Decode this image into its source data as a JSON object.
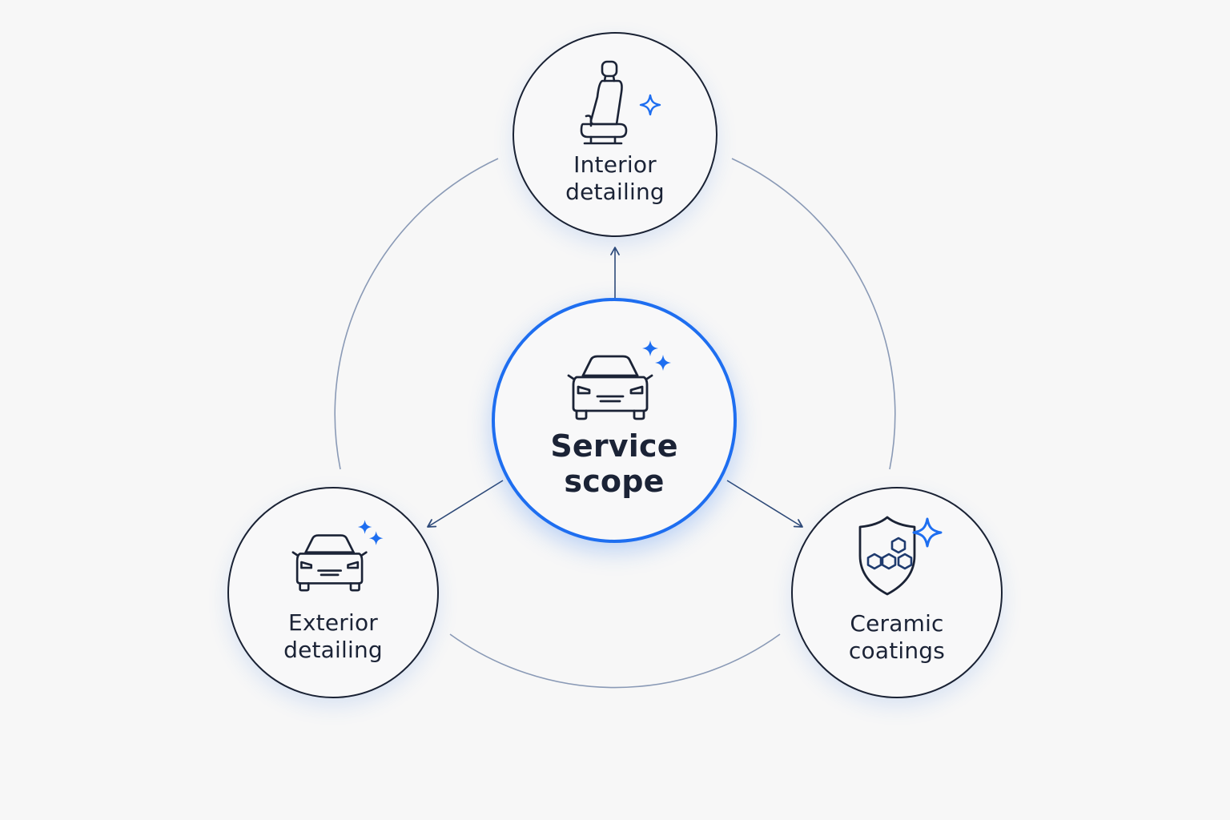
{
  "diagram": {
    "center": {
      "label_line1": "Service",
      "label_line2": "scope",
      "icon": "car-sparkle-icon"
    },
    "nodes": [
      {
        "id": "interior",
        "label_line1": "Interior",
        "label_line2": "detailing",
        "icon": "car-seat-sparkle-icon"
      },
      {
        "id": "exterior",
        "label_line1": "Exterior",
        "label_line2": "detailing",
        "icon": "car-sparkle-icon"
      },
      {
        "id": "ceramic",
        "label_line1": "Ceramic",
        "label_line2": "coatings",
        "icon": "shield-hexagon-sparkle-icon"
      }
    ]
  },
  "colors": {
    "background": "#f7f7f7",
    "ink": "#1b2336",
    "accent": "#1e6ef0",
    "connector": "#8a9ab6"
  }
}
